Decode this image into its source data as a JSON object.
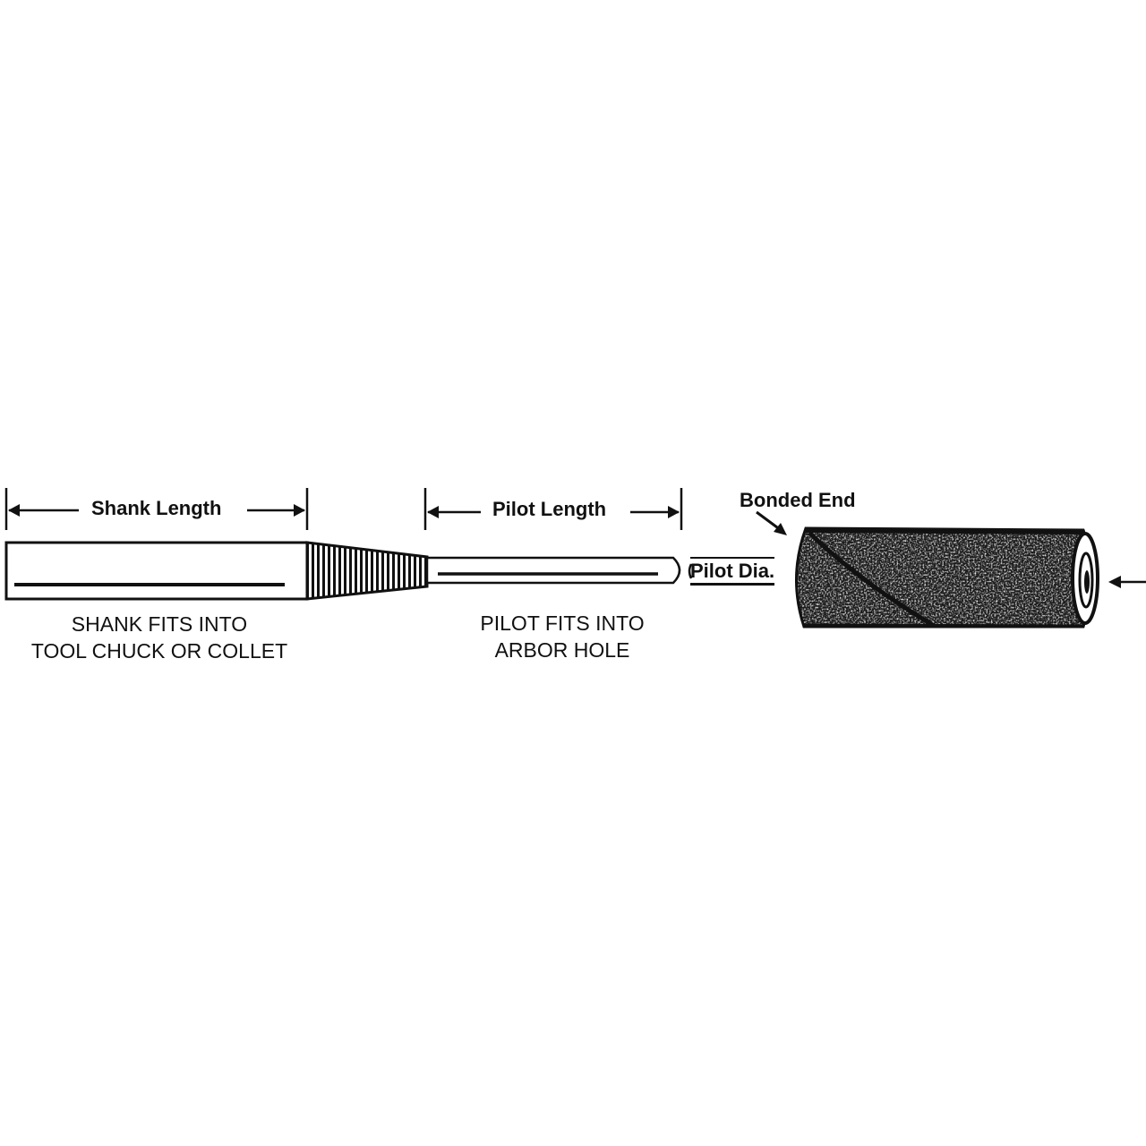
{
  "diagram": {
    "labels": {
      "shank_length": "Shank Length",
      "pilot_length": "Pilot Length",
      "pilot_dia": "Pilot Dia.",
      "bonded_end": "Bonded End"
    },
    "captions": {
      "shank_line1": "SHANK FITS INTO",
      "shank_line2": "TOOL CHUCK OR COLLET",
      "pilot_line1": "PILOT FITS INTO",
      "pilot_line2": "ARBOR HOLE"
    },
    "parts": [
      "shank",
      "tapered-knurled-collar",
      "pilot",
      "abrasive-cartridge-roll"
    ],
    "colors": {
      "ink": "#111111",
      "background": "#ffffff"
    }
  }
}
